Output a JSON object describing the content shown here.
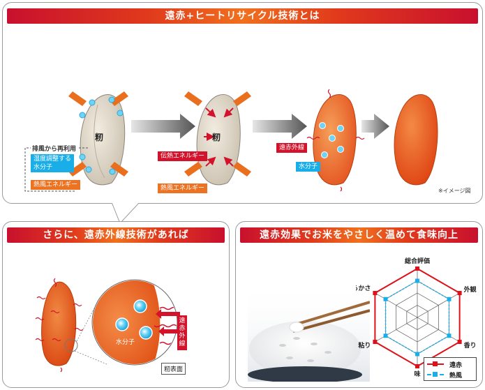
{
  "top": {
    "title": "遠赤+ヒートリサイクル技術とは",
    "grain_label": "籾",
    "recycle_label": "排風から再利用",
    "moisture_adjust_label": "湿度調整する\n水分子",
    "hot_air_label": "熱風エネルギー",
    "conduction_label": "伝熱エネルギー",
    "hot_air_label_2": "熱風エネルギー",
    "far_ir_label": "遠赤外線",
    "water_molecule_label": "水分子",
    "image_note": "※イメージ図"
  },
  "bottom_left": {
    "title": "さらに、遠赤外線技術があれば",
    "far_ir_vertical": "遠赤外線",
    "water_molecule_label": "水分子",
    "husk_surface_label": "籾表面"
  },
  "bottom_right": {
    "title": "遠赤効果でお米をやさしく温めて食味向上",
    "radar_axes": [
      "総合評価",
      "外観",
      "香り",
      "味",
      "粘り",
      "やわらかさ"
    ],
    "legend": {
      "far_ir": "遠赤",
      "hot_air": "熱風"
    },
    "colors": {
      "far_ir": "#e0101a",
      "hot_air": "#19aee8"
    }
  },
  "chart_data": {
    "type": "radar",
    "categories": [
      "総合評価",
      "外観",
      "香り",
      "味",
      "粘り",
      "やわらかさ"
    ],
    "series": [
      {
        "name": "遠赤",
        "values": [
          1.0,
          1.0,
          1.0,
          1.0,
          1.0,
          1.0
        ]
      },
      {
        "name": "熱風",
        "values": [
          0.75,
          0.75,
          0.75,
          0.75,
          0.75,
          0.75
        ]
      }
    ]
  }
}
